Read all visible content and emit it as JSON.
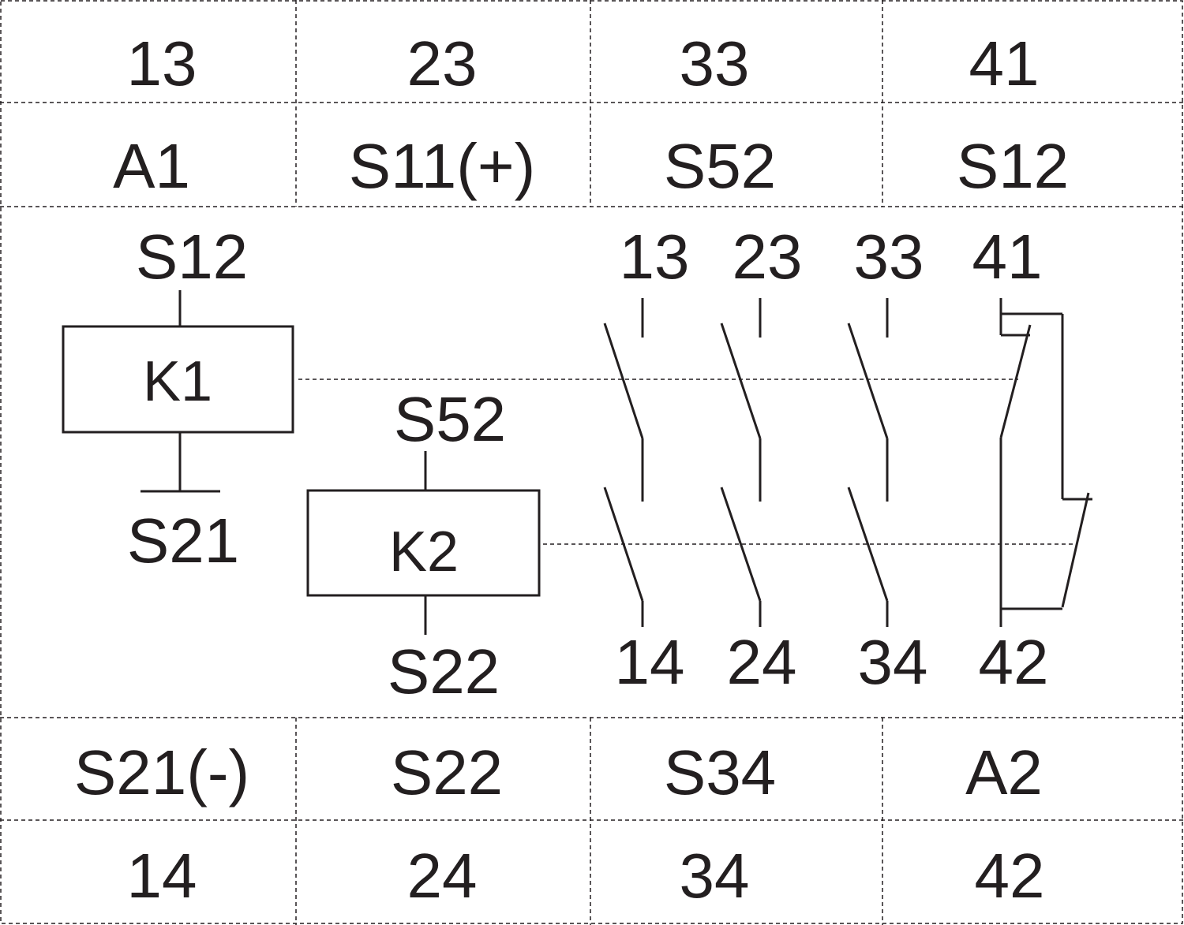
{
  "terminal_rows": {
    "row1": [
      "13",
      "23",
      "33",
      "41"
    ],
    "row2": [
      "A1",
      "S11(+)",
      "S52",
      "S12"
    ],
    "row3": [
      "S21(-)",
      "S22",
      "S34",
      "A2"
    ],
    "row4": [
      "14",
      "24",
      "34",
      "42"
    ]
  },
  "schematic": {
    "k1": {
      "label": "K1",
      "top_pin": "S12",
      "bottom_pin": "S21"
    },
    "k2": {
      "label": "K2",
      "top_pin": "S52",
      "bottom_pin": "S22"
    },
    "contacts": [
      {
        "top": "13",
        "bottom": "14"
      },
      {
        "top": "23",
        "bottom": "24"
      },
      {
        "top": "33",
        "bottom": "34"
      },
      {
        "top": "41",
        "bottom": "42"
      }
    ]
  },
  "colors": {
    "ink": "#231f20",
    "background": "#ffffff"
  }
}
